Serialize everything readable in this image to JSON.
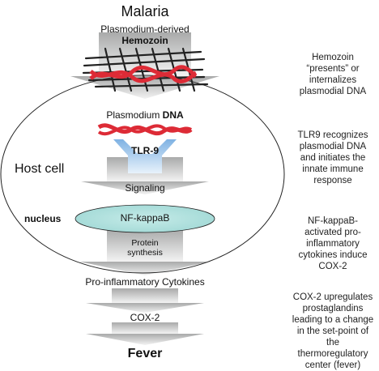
{
  "title": "Malaria",
  "hemozoin": {
    "line1": "Plasmodium-derived",
    "line2": "Hemozoin"
  },
  "plasmodium_dna": {
    "prefix": "Plasmodium ",
    "bold": "DNA"
  },
  "tlr9": "TLR-9",
  "host_cell": "Host cell",
  "signaling": "Signaling",
  "nucleus": "nucleus",
  "nfkb": "NF-kappaB",
  "protein_synthesis": {
    "line1": "Protein",
    "line2": "synthesis"
  },
  "cytokines": "Pro-inflammatory Cytokines",
  "cox2": "COX-2",
  "fever": "Fever",
  "notes": [
    {
      "lines": [
        "Hemozoin",
        "“presents” or",
        "internalizes",
        "plasmodial DNA"
      ]
    },
    {
      "lines": [
        "TLR9 recognizes",
        "plasmodial DNA",
        "and initiates the",
        "innate immune",
        "response"
      ]
    },
    {
      "lines": [
        "NF-kappaB-",
        "activated pro-",
        "inflammatory",
        "cytokines induce",
        "COX-2"
      ]
    },
    {
      "lines": [
        "COX-2 upregulates",
        "prostaglandins",
        "leading to a change",
        "in the set-point of",
        "the thermoregulatory",
        "center (fever)"
      ]
    }
  ],
  "colors": {
    "arrow_dark": "#a9aaaa",
    "arrow_light": "#f3f3f3",
    "dna_red": "#dd2b36",
    "nfkb_fill": "#a6dcd9",
    "tlr9_blue": "#7fb2e3",
    "hemozoin_stroke": "#222222"
  }
}
